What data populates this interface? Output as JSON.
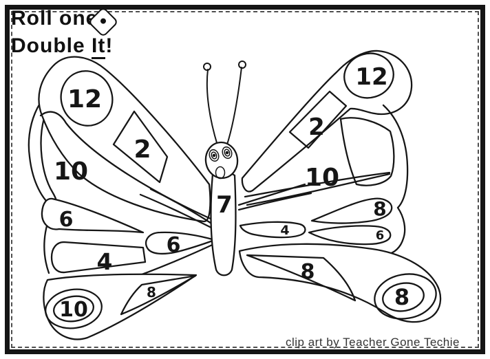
{
  "title": {
    "line1": "Roll one",
    "line2_prefix": "Double",
    "line2_underlined": "It",
    "line2_suffix": "!"
  },
  "die_icon": {
    "name": "die-showing-one",
    "pips": 1
  },
  "credit": "clip art by Teacher Gone Techie",
  "colors": {
    "ink": "#151515",
    "paper": "#ffffff",
    "credit_text": "#333333"
  },
  "butterfly": {
    "body": "7",
    "left_wing": {
      "upper_circle": "12",
      "upper_diamond": "2",
      "upper_band": "10",
      "mid_band": "6",
      "mid_bar": "4",
      "inner_teardrop": "6",
      "lower_wedge": "8",
      "lower_circle": "10"
    },
    "right_wing": {
      "upper_oval": "12",
      "upper_diamond": "2",
      "upper_band": "10",
      "mid_band": "8",
      "inner_teardrop": "4",
      "lower_band": "6",
      "lower_wedge": "8",
      "lower_oval": "8"
    }
  }
}
